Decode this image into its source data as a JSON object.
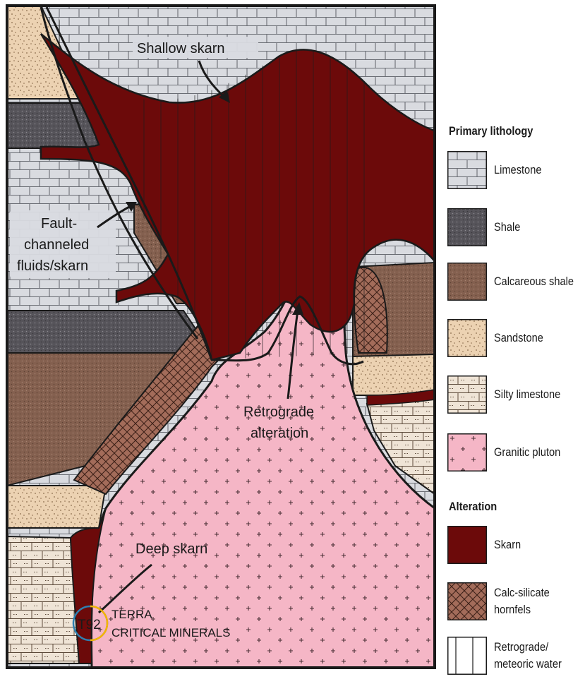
{
  "labels": {
    "shallow_skarn": "Shallow skarn",
    "fault_1": "Fault-",
    "fault_2": "channeled",
    "fault_3": "fluids/skarn",
    "retro_1": "Retrograde",
    "retro_2": "alteration",
    "deep_skarn": "Deep skarn"
  },
  "watermark": {
    "badge": "T92",
    "line1": "TERRA",
    "line2": "CRITICAL MINERALS"
  },
  "legend": {
    "primary_heading": "Primary lithology",
    "alteration_heading": "Alteration",
    "limestone": "Limestone",
    "shale": "Shale",
    "calcareous_shale": "Calcareous shale",
    "sandstone": "Sandstone",
    "silty_limestone": "Silty limestone",
    "granitic_pluton": "Granitic pluton",
    "skarn": "Skarn",
    "calc_silicate_1": "Calc-silicate",
    "calc_silicate_2": "hornfels",
    "retrograde_1": "Retrograde/",
    "retrograde_2": "meteoric water"
  },
  "colors": {
    "limestone": "#d9dbe0",
    "shale": "#56545a",
    "calcareous_shale": "#84604f",
    "sandstone": "#ecd2b2",
    "silty_limestone": "#efe4d6",
    "granitic_pluton": "#f5b6c6",
    "skarn": "#6c0a0a",
    "calc_silicate": "#a36c5a"
  }
}
